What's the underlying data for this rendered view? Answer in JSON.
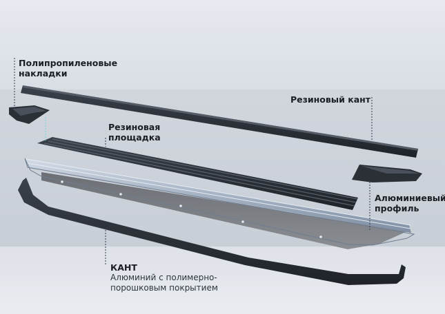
{
  "labels": {
    "overlays": [
      "Полипропиленовые",
      "накладки"
    ],
    "rubber_edge": "Резиновый кант",
    "rubber_pad": [
      "Резиновая",
      "площадка"
    ],
    "aluminum_profile": [
      "Алюминиевый",
      "профиль"
    ],
    "kant_title": "КАНТ",
    "kant_desc": [
      "Алюминий с полимерно-",
      "порошковым покрытием"
    ]
  },
  "colors": {
    "background_top": "#dfe3ea",
    "background_band": "#d3d8df",
    "rubber": "#2a2f36",
    "aluminum": "#a9b6c7",
    "leader_line": "#31364c",
    "accent_dash": "#7fd2e0"
  }
}
